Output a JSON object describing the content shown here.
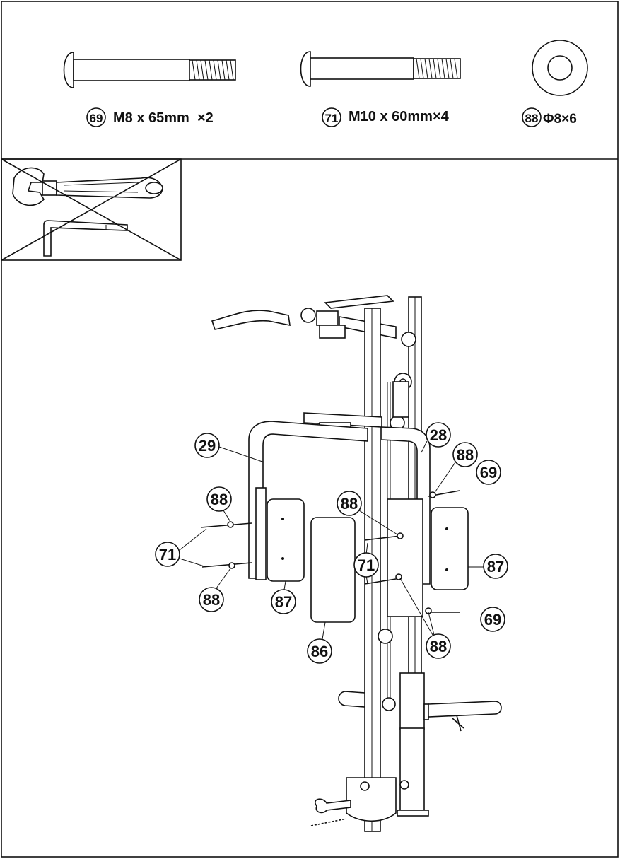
{
  "hardware": [
    {
      "id": "69",
      "spec": "M8 x 65mm  ×2",
      "icon": "button-head-bolt-icon"
    },
    {
      "id": "71",
      "spec": "M10 x 60mm×4",
      "icon": "button-head-bolt-icon"
    },
    {
      "id": "88",
      "spec": "Φ8×6",
      "icon": "washer-icon"
    }
  ],
  "tools": {
    "items": [
      "adjustable-wrench-icon",
      "allen-key-icon"
    ],
    "crossed_out": true
  },
  "callouts": {
    "c29": "29",
    "c28": "28",
    "c88_a": "88",
    "c69_a": "69",
    "c88_b": "88",
    "c88_c": "88",
    "c71_a": "71",
    "c71_b": "71",
    "c88_d": "88",
    "c87_a": "87",
    "c87_b": "87",
    "c86": "86",
    "c69_b": "69",
    "c88_e": "88"
  }
}
